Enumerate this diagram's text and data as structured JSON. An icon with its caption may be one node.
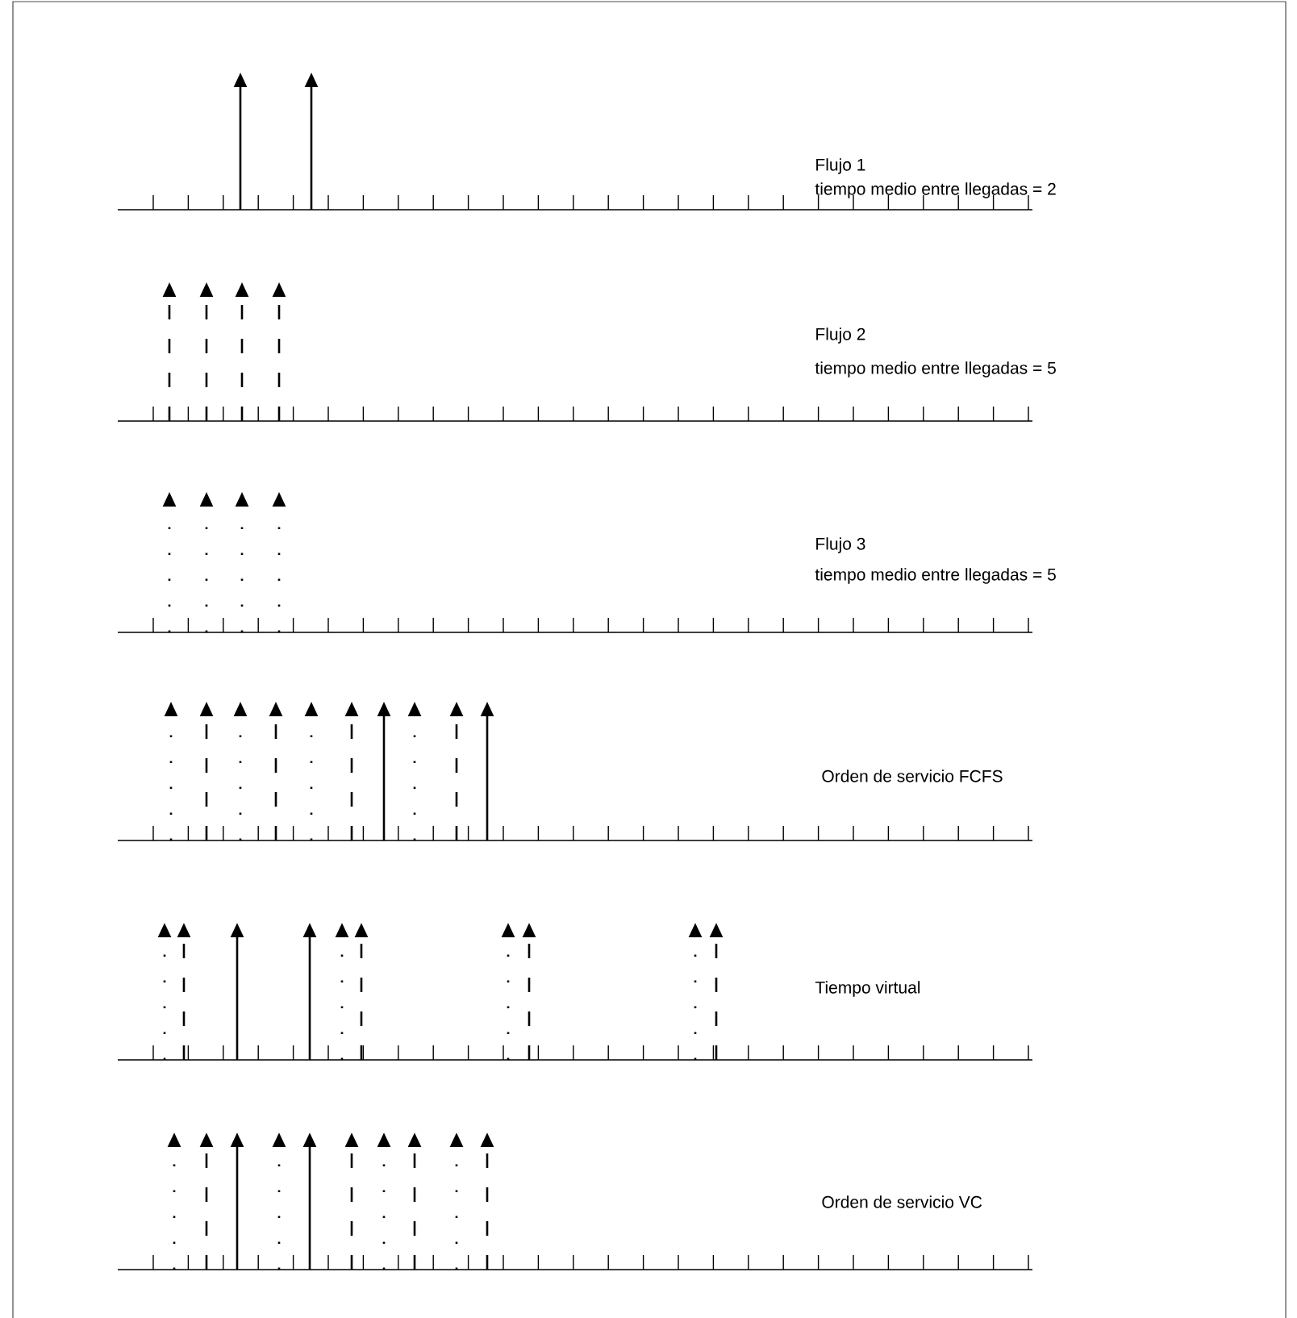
{
  "diagram": {
    "labels": [
      "Flujo 1",
      "tiempo medio entre llegadas = 2",
      "Flujo 2",
      "tiempo medio entre llegadas = 5",
      "Flujo 3",
      "tiempo medio entre llegadas = 5",
      "Orden de servicio FCFS",
      "Tiempo virtual",
      "Orden de servicio VC"
    ]
  }
}
